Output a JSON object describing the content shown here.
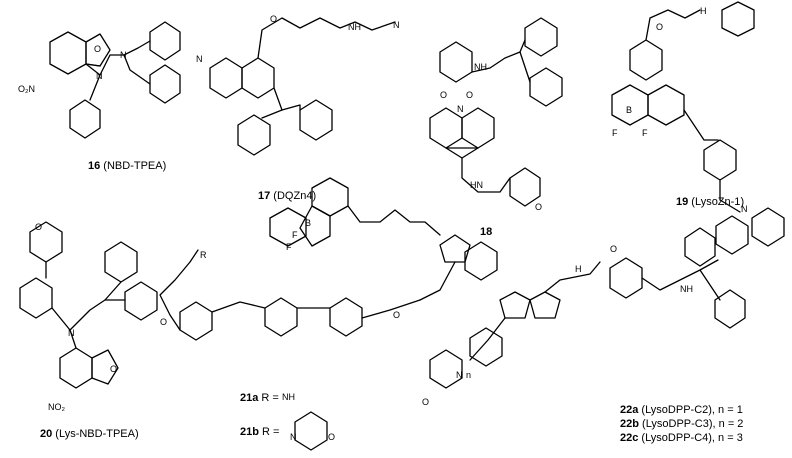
{
  "compounds": [
    {
      "id": "16",
      "name": "NBD-TPEA"
    },
    {
      "id": "17",
      "name": "DQZn4"
    },
    {
      "id": "18",
      "name": ""
    },
    {
      "id": "19",
      "name": "LysoZn-1"
    },
    {
      "id": "20",
      "name": "Lys-NBD-TPEA"
    },
    {
      "id": "21a",
      "r_label": "R ="
    },
    {
      "id": "21b",
      "r_label": "R ="
    },
    {
      "id": "22a",
      "name": "LysoDPP-C2",
      "n": "n = 1"
    },
    {
      "id": "22b",
      "name": "LysoDPP-C3",
      "n": "n = 2"
    },
    {
      "id": "22c",
      "name": "LysoDPP-C4",
      "n": "n = 3"
    }
  ],
  "atom_labels": {
    "o2n": "O₂N",
    "no2": "NO₂",
    "n": "N",
    "o": "O",
    "nh": "NH",
    "hn": "HN",
    "b": "B",
    "f": "F",
    "r": "R",
    "n_sub": "n",
    "h": "H"
  }
}
